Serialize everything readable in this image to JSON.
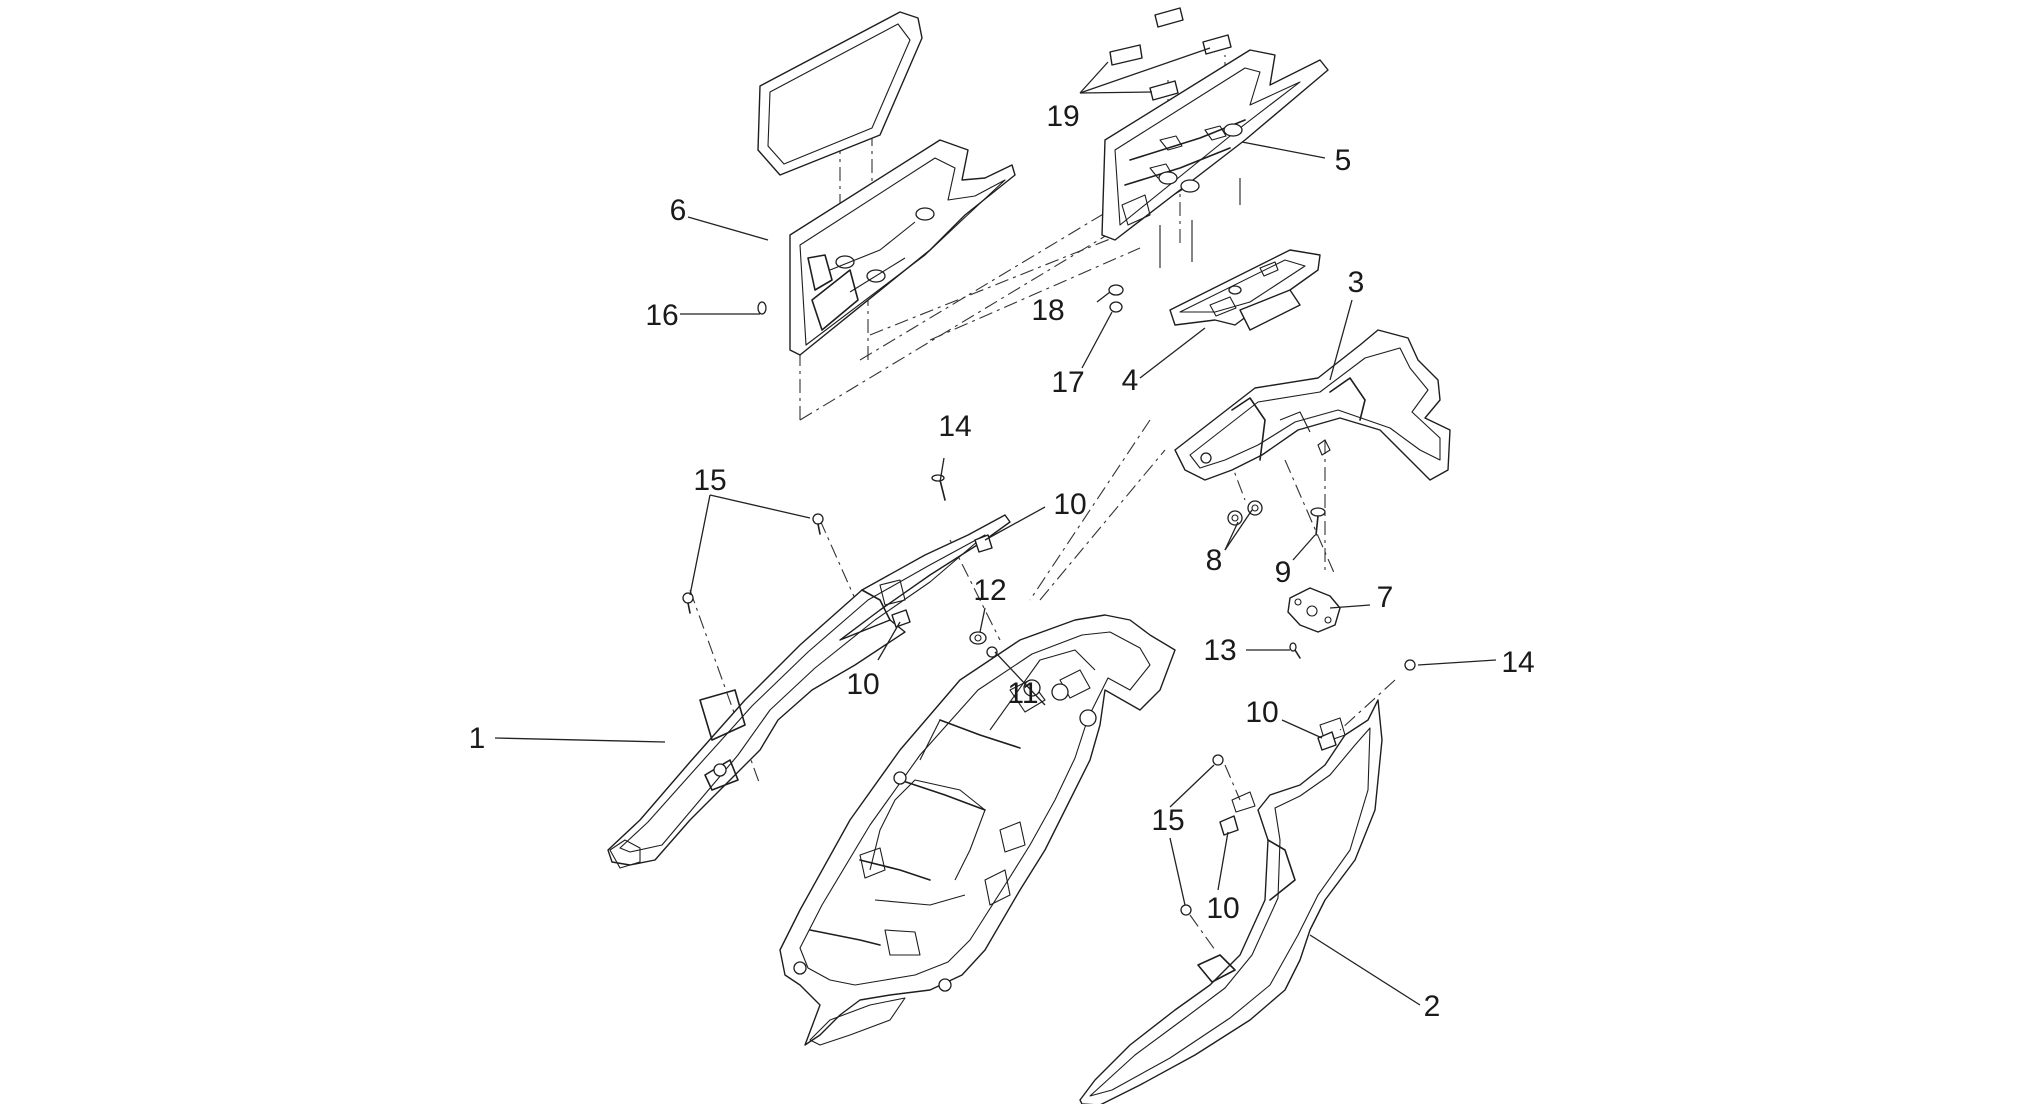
{
  "callouts": [
    "1",
    "2",
    "3",
    "4",
    "5",
    "6",
    "7",
    "8",
    "9",
    "10",
    "10",
    "10",
    "10",
    "10",
    "11",
    "12",
    "13",
    "14",
    "14",
    "15",
    "15",
    "16",
    "17",
    "18",
    "19"
  ],
  "parts": [
    {
      "id": "1",
      "icon": "left-side-panel"
    },
    {
      "id": "2",
      "icon": "right-side-panel"
    },
    {
      "id": "3",
      "icon": "rear-fender-mudguard"
    },
    {
      "id": "4",
      "icon": "tail-cover-plate"
    },
    {
      "id": "5",
      "icon": "right-upper-tail-fairing"
    },
    {
      "id": "6",
      "icon": "left-upper-tail-fairing"
    },
    {
      "id": "7",
      "icon": "mounting-bracket"
    },
    {
      "id": "8",
      "icon": "rubber-grommet"
    },
    {
      "id": "9",
      "icon": "screw"
    },
    {
      "id": "10",
      "icon": "clip-nut"
    },
    {
      "id": "11",
      "icon": "screw"
    },
    {
      "id": "12",
      "icon": "nut"
    },
    {
      "id": "13",
      "icon": "screw"
    },
    {
      "id": "14",
      "icon": "screw"
    },
    {
      "id": "15",
      "icon": "screw"
    },
    {
      "id": "16",
      "icon": "screw"
    },
    {
      "id": "17",
      "icon": "nut"
    },
    {
      "id": "18",
      "icon": "washer"
    },
    {
      "id": "19",
      "icon": "decal-sticker"
    }
  ]
}
